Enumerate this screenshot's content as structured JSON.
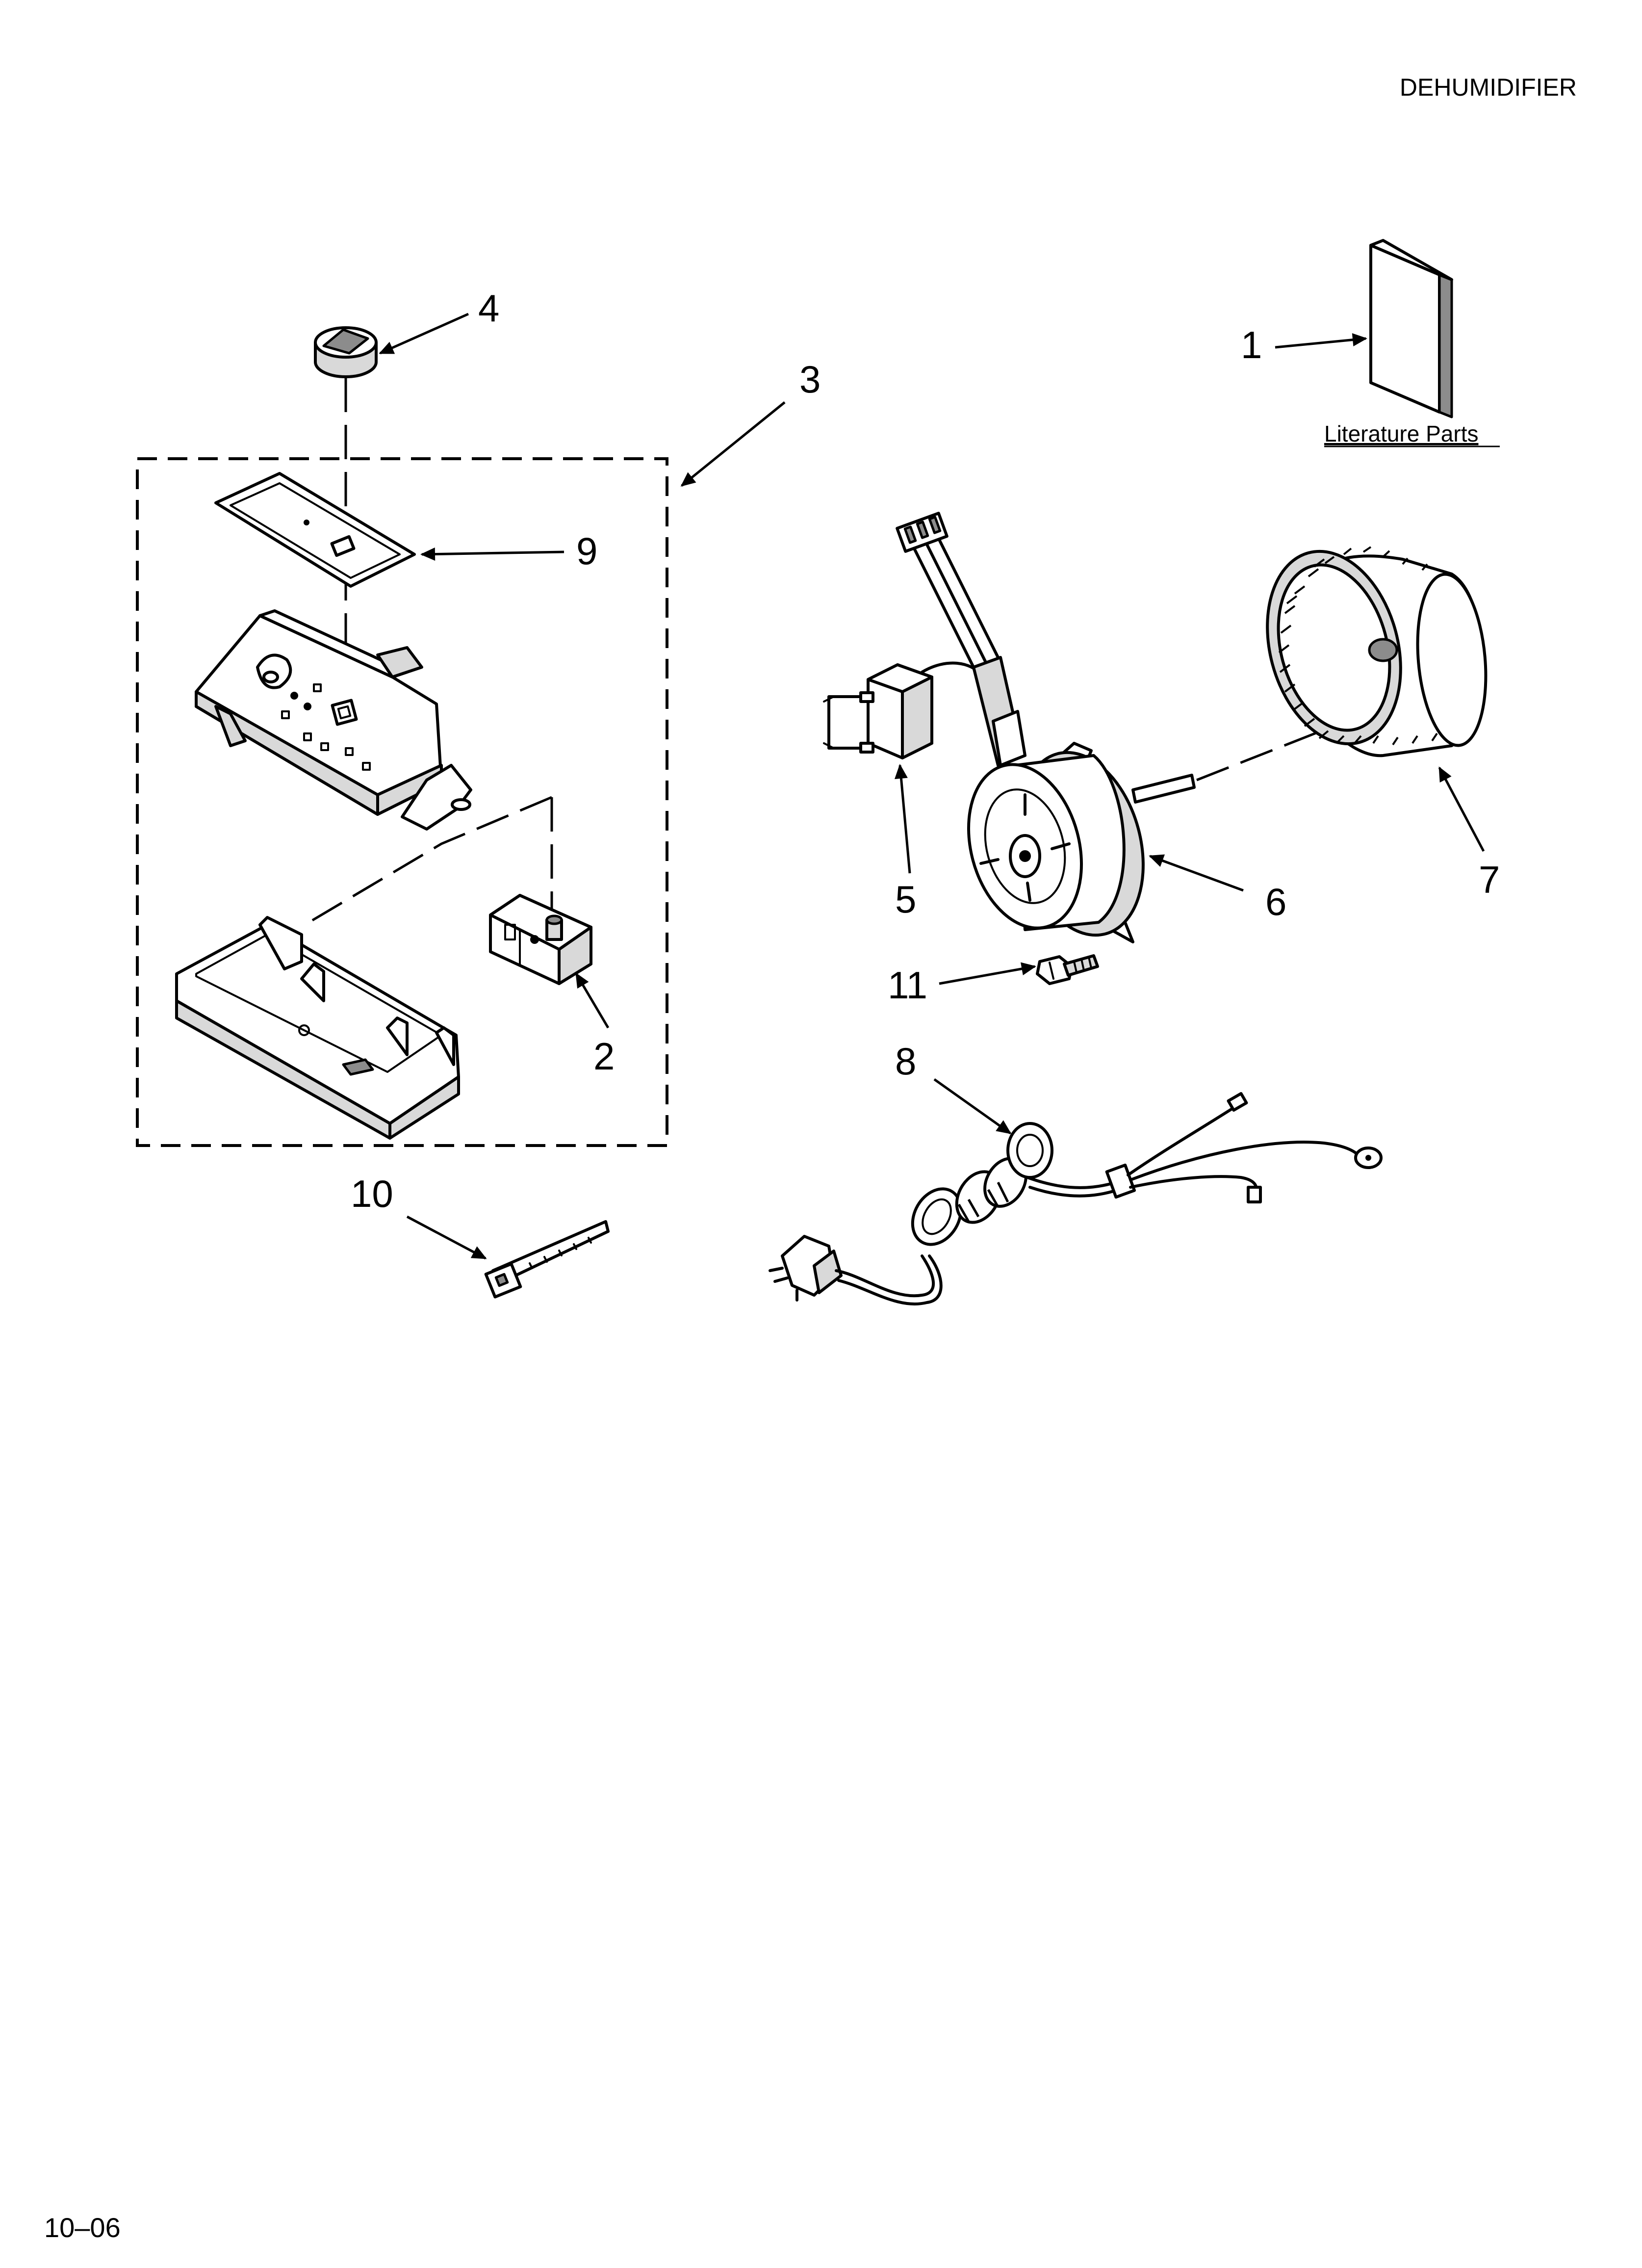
{
  "header": {
    "title": "DEHUMIDIFIER"
  },
  "footer": {
    "date_code": "10–06"
  },
  "literature": {
    "label": "Literature Parts"
  },
  "callouts": {
    "c1": "1",
    "c2": "2",
    "c3": "3",
    "c4": "4",
    "c5": "5",
    "c6": "6",
    "c7": "7",
    "c8": "8",
    "c9": "9",
    "c10": "10",
    "c11": "11"
  }
}
